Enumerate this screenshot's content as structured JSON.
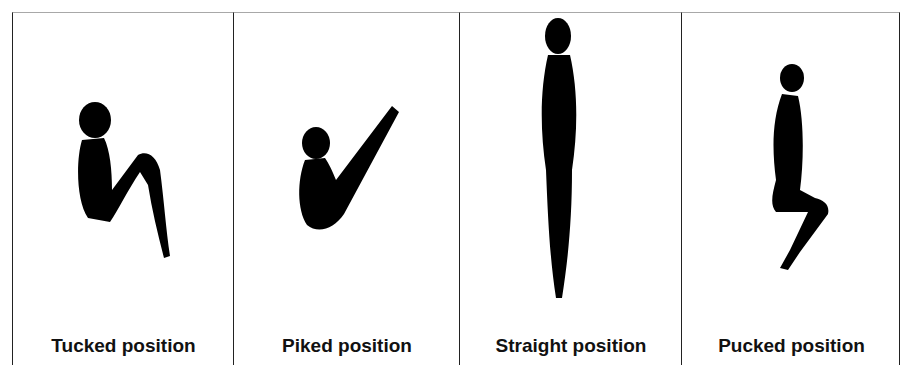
{
  "diagram": {
    "nodes": [
      {
        "text": [
          "Tucked position"
        ]
      },
      {
        "text": [
          "Piked position"
        ]
      },
      {
        "text": [
          "Straight position"
        ]
      },
      {
        "text": [
          "Pucked position"
        ]
      }
    ]
  }
}
